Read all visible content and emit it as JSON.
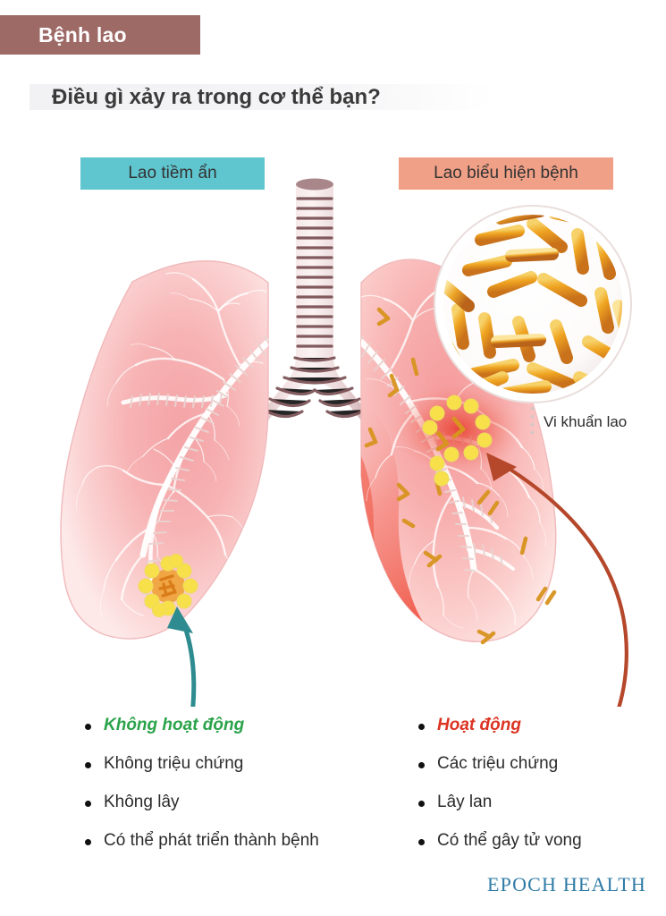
{
  "header": {
    "banner_title": "Bệnh lao",
    "banner_color": "#9d6a66",
    "subtitle": "Điều gì xảy ra trong cơ thể bạn?"
  },
  "sections": {
    "latent": {
      "label": "Lao tiềm ẩn",
      "color": "#5fc5ce"
    },
    "active": {
      "label": "Lao biểu hiện bệnh",
      "color": "#f0a086"
    }
  },
  "callout": {
    "label": "Vi khuẩn lao"
  },
  "lists": {
    "latent": {
      "items": [
        "Không hoạt động",
        "Không triệu chứng",
        "Không lây",
        "Có thể phát triển thành bệnh"
      ],
      "highlight_color": "#2aa34a"
    },
    "active": {
      "items": [
        "Hoạt động",
        "Các triệu chứng",
        "Lây lan",
        "Có thể gây tử vong"
      ],
      "highlight_color": "#dc3423"
    }
  },
  "illustration": {
    "left_lung_alt": "lung-latent-tb",
    "right_lung_alt": "lung-active-tb",
    "trachea_alt": "trachea",
    "magnifier_alt": "bacteria-magnifier",
    "arrow_latent_color": "#2e8b8f",
    "arrow_active_color": "#b5472a",
    "bacteria_color": "#e8a32b",
    "granuloma_color": "#f7e04a"
  },
  "footer": {
    "brand": "EPOCH HEALTH",
    "brand_color": "#2f7ba6"
  }
}
